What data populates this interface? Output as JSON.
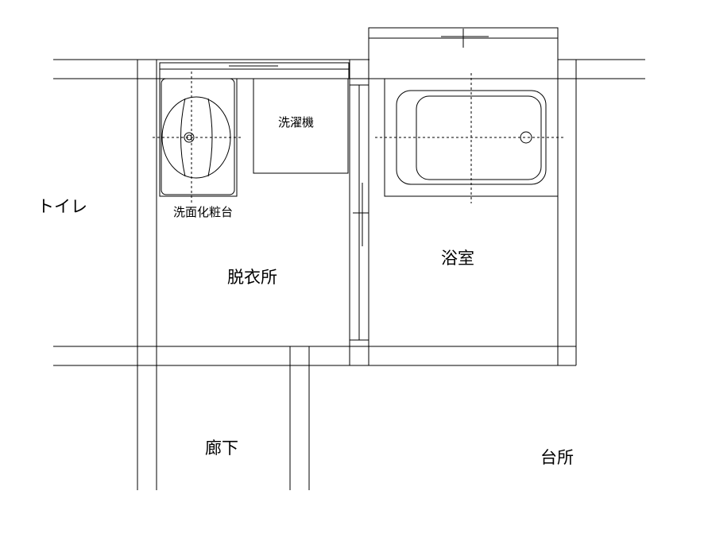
{
  "rooms": {
    "toilet": "トイレ",
    "dressing": "脱衣所",
    "bathroom": "浴室",
    "corridor": "廊下",
    "kitchen": "台所"
  },
  "fixtures": {
    "washer": "洗濯機",
    "vanity": "洗面化粧台"
  }
}
